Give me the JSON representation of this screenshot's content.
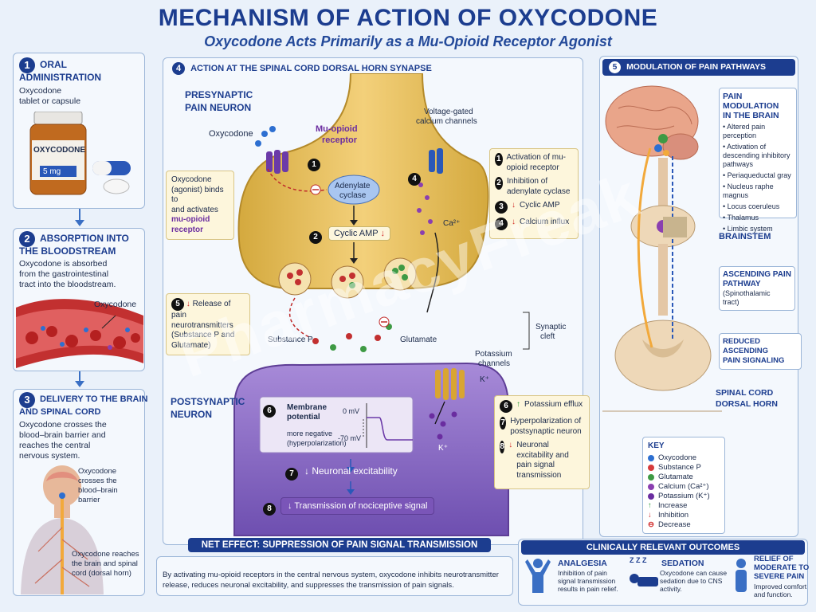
{
  "title": "MECHANISM OF ACTION OF OXYCODONE",
  "subtitle": "Oxycodone Acts Primarily as a Mu-Opioid Receptor Agonist",
  "watermark": "PharmacyFreak",
  "left": {
    "s1": {
      "num": "1",
      "title1": "ORAL",
      "title2": "ADMINISTRATION",
      "text1": "Oxycodone",
      "text2": "tablet or capsule",
      "bottle_label": "OXYCODONE",
      "dose": "5 mg"
    },
    "s2": {
      "num": "2",
      "title1": "ABSORPTION INTO",
      "title2": "THE BLOODSTREAM",
      "text1": "Oxycodone is absorbed",
      "text2": "from the gastrointestinal",
      "text3": "tract into the bloodstream.",
      "vessel_label": "Oxycodone"
    },
    "s3": {
      "num": "3",
      "title1": "DELIVERY TO THE BRAIN",
      "title2": "AND SPINAL CORD",
      "text1": "Oxycodone crosses the",
      "text2": "blood–brain barrier and",
      "text3": "reaches the central",
      "text4": "nervous system.",
      "note1a": "Oxycodone",
      "note1b": "crosses the",
      "note1c": "blood–brain",
      "note1d": "barrier",
      "note2a": "Oxycodone reaches",
      "note2b": "the brain and spinal",
      "note2c": "cord (dorsal horn)"
    }
  },
  "center": {
    "header_num": "4",
    "header": "ACTION AT THE SPINAL CORD DORSAL HORN SYNAPSE",
    "pre1": "PRESYNAPTIC",
    "pre2": "PAIN NEURON",
    "oxy_label": "Oxycodone",
    "mor1": "Mu-opioid",
    "mor2": "receptor",
    "vgcc1": "Voltage-gated",
    "vgcc2": "calcium channels",
    "ac1": "Adenylate",
    "ac2": "cyclase",
    "camp": "Cyclic AMP",
    "ca": "Ca²⁺",
    "binds1": "Oxycodone",
    "binds2": "(agonist) binds to",
    "binds3": "and activates",
    "binds4": "mu-opioid",
    "binds5": "receptor",
    "steps": [
      {
        "n": "1",
        "arrow": "",
        "text": "Activation of mu-opioid receptor"
      },
      {
        "n": "2",
        "arrow": "",
        "text": "Inhibition of adenylate cyclase"
      },
      {
        "n": "3",
        "arrow": "↓",
        "text": "Cyclic AMP"
      },
      {
        "n": "4",
        "arrow": "↓",
        "text": "Calcium influx"
      }
    ],
    "release_num": "5",
    "release1": "Release of pain",
    "release2": "neurotransmitters",
    "release3": "(Substance P and",
    "release4": "Glutamate)",
    "subp": "Substance P",
    "glut": "Glutamate",
    "cleft1": "Synaptic",
    "cleft2": "cleft",
    "k1": "Potassium",
    "k2": "channels",
    "kplus": "K⁺",
    "post1": "POSTSYNAPTIC",
    "post2": "NEURON",
    "mem1": "Membrane",
    "mem2": "potential",
    "mv0": "0 mV",
    "mvneg": "-70 mV",
    "neg1": "more negative",
    "neg2": "(hyperpolarization)",
    "n7": "Neuronal excitability",
    "n8": "Transmission of nociceptive signal",
    "post_steps": [
      {
        "n": "6",
        "arrow": "↑",
        "text": "Potassium efflux"
      },
      {
        "n": "7",
        "arrow": "",
        "text": "Hyperpolarization of postsynaptic neuron"
      },
      {
        "n": "8",
        "arrow": "↓",
        "text": "Neuronal excitability and pain signal transmission"
      }
    ],
    "net": "NET EFFECT: SUPPRESSION OF PAIN SIGNAL TRANSMISSION",
    "summary1": "By activating mu-opioid receptors in the central nervous system, oxycodone inhibits neurotransmitter",
    "summary2": "release, reduces neuronal excitability, and suppresses the transmission of pain signals."
  },
  "right": {
    "header_num": "5",
    "header": "MODULATION OF PAIN PATHWAYS",
    "brain_title1": "PAIN MODULATION",
    "brain_title2": "IN THE BRAIN",
    "brain_items": [
      "Altered pain perception",
      "Activation of descending inhibitory pathways",
      "Periaqueductal gray",
      "Nucleus raphe magnus",
      "Locus coeruleus",
      "Thalamus",
      "Limbic system"
    ],
    "brainstem": "BRAINSTEM",
    "asc1": "ASCENDING PAIN",
    "asc2": "PATHWAY",
    "asc3": "(Spinothalamic",
    "asc4": "tract)",
    "red1": "REDUCED ASCENDING",
    "red2": "PAIN SIGNALING",
    "sc1": "SPINAL CORD",
    "sc2": "DORSAL HORN",
    "key_title": "KEY",
    "key": [
      {
        "label": "Oxycodone",
        "color": "#2d6fd1",
        "type": "dot"
      },
      {
        "label": "Substance P",
        "color": "#d63b3b",
        "type": "dot"
      },
      {
        "label": "Glutamate",
        "color": "#3e9a44",
        "type": "dot"
      },
      {
        "label": "Calcium (Ca²⁺)",
        "color": "#8a3fb0",
        "type": "dot"
      },
      {
        "label": "Potassium (K⁺)",
        "color": "#6a2da0",
        "type": "dot"
      },
      {
        "label": "Increase",
        "color": "#2e9a3a",
        "type": "up"
      },
      {
        "label": "Inhibition",
        "color": "#d02a2a",
        "type": "down"
      },
      {
        "label": "Decrease",
        "color": "#d02a2a",
        "type": "minus"
      }
    ],
    "outcomes_title": "CLINICALLY RELEVANT OUTCOMES",
    "analgesia": "ANALGESIA",
    "analgesia_t1": "Inhibition of pain",
    "analgesia_t2": "signal transmission",
    "analgesia_t3": "results in pain relief.",
    "zzz": "Z Z Z",
    "sedation": "SEDATION",
    "sedation_t1": "Oxycodone can cause",
    "sedation_t2": "sedation due to CNS",
    "sedation_t3": "activity.",
    "relief1": "RELIEF OF",
    "relief2": "MODERATE TO",
    "relief3": "SEVERE PAIN",
    "relief_t1": "Improved comfort",
    "relief_t2": "and function."
  }
}
